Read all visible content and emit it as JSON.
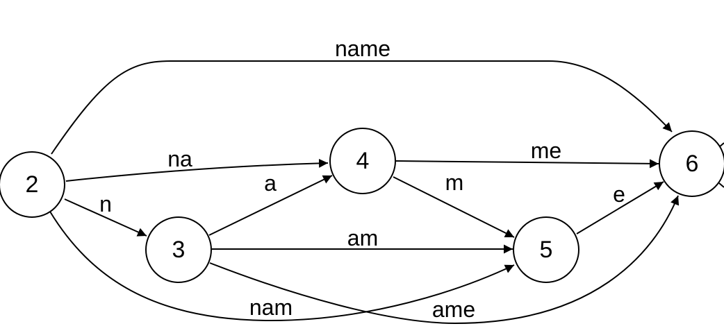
{
  "graph": {
    "nodes": [
      {
        "id": "2",
        "label": "2"
      },
      {
        "id": "3",
        "label": "3"
      },
      {
        "id": "4",
        "label": "4"
      },
      {
        "id": "5",
        "label": "5"
      },
      {
        "id": "6",
        "label": "6"
      }
    ],
    "edges": [
      {
        "from": "2",
        "to": "6",
        "label": "name"
      },
      {
        "from": "2",
        "to": "4",
        "label": "na"
      },
      {
        "from": "2",
        "to": "3",
        "label": "n"
      },
      {
        "from": "3",
        "to": "4",
        "label": "a"
      },
      {
        "from": "3",
        "to": "5",
        "label": "am"
      },
      {
        "from": "2",
        "to": "5",
        "label": "nam"
      },
      {
        "from": "3",
        "to": "6",
        "label": "ame"
      },
      {
        "from": "4",
        "to": "6",
        "label": "me"
      },
      {
        "from": "4",
        "to": "5",
        "label": "m"
      },
      {
        "from": "5",
        "to": "6",
        "label": "e"
      }
    ]
  }
}
